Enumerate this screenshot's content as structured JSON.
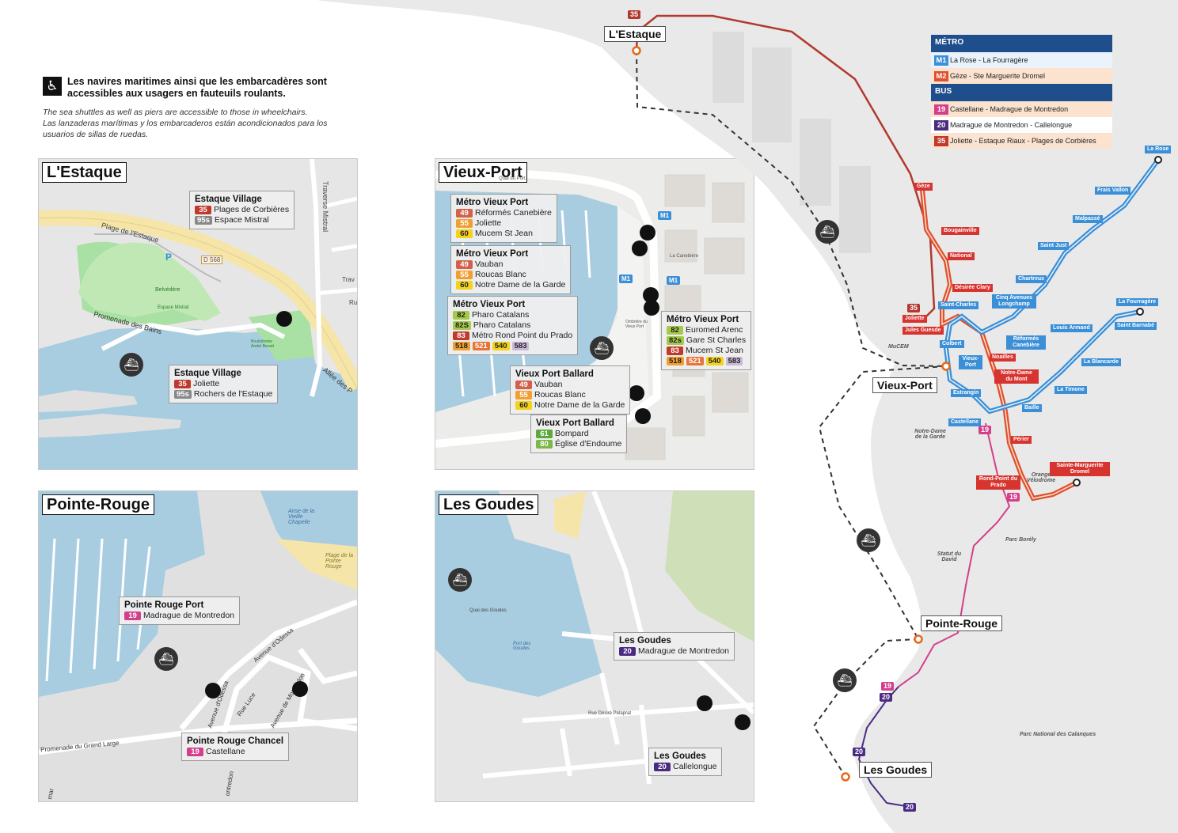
{
  "notice": {
    "text_fr": "Les navires maritimes ainsi que les embarcadères sont accessibles aux usagers en fauteuils roulants.",
    "text_en": "The sea shuttles as well as piers are accessible to those in wheelchairs.",
    "text_es": "Las lanzaderas marítimas y los embarcaderos están acondicionados para los usuarios de sillas de ruedas."
  },
  "insets": {
    "estaque": {
      "title": "L'Estaque",
      "stop1": {
        "name": "Estaque Village",
        "lines": [
          {
            "num": "35",
            "dest": "Plages de Corbières"
          },
          {
            "num": "95s",
            "dest": "Espace Mistral"
          }
        ]
      },
      "stop2": {
        "name": "Estaque Village",
        "lines": [
          {
            "num": "35",
            "dest": "Joliette"
          },
          {
            "num": "95s",
            "dest": "Rochers de l'Estaque"
          }
        ]
      },
      "labels": {
        "plage": "Plage de l'Estaque",
        "traverse": "Traverse Mistral",
        "promenade": "Promenade des Bains",
        "belvedere": "Belvédère",
        "espace": "Espace Mistral",
        "road": "D 568",
        "allee": "Allée des P",
        "trav": "Trav",
        "ru": "Ru",
        "boulodrome": "Boulodrome André Benoit",
        "parking": "P"
      }
    },
    "vieuxport": {
      "title": "Vieux-Port",
      "stop1": {
        "name": "Métro Vieux Port",
        "lines": [
          {
            "num": "49",
            "dest": "Réformés Canebière"
          },
          {
            "num": "55",
            "dest": "Joliette"
          },
          {
            "num": "60",
            "dest": "Mucem St Jean"
          }
        ]
      },
      "stop2": {
        "name": "Métro Vieux Port",
        "lines": [
          {
            "num": "49",
            "dest": "Vauban"
          },
          {
            "num": "55",
            "dest": "Roucas Blanc"
          },
          {
            "num": "60",
            "dest": "Notre Dame de la Garde"
          }
        ]
      },
      "stop3": {
        "name": "Métro Vieux Port",
        "lines": [
          {
            "num": "82",
            "dest": "Pharo Catalans"
          },
          {
            "num": "82S",
            "dest": "Pharo Catalans"
          },
          {
            "num": "83",
            "dest": "Métro Rond Point du Prado"
          }
        ],
        "night": [
          "518",
          "521",
          "540",
          "583"
        ]
      },
      "stop4": {
        "name": "Métro Vieux Port",
        "lines": [
          {
            "num": "82",
            "dest": "Euromed Arenc"
          },
          {
            "num": "82s",
            "dest": "Gare St Charles"
          },
          {
            "num": "83",
            "dest": "Mucem St Jean"
          }
        ],
        "night": [
          "518",
          "521",
          "540",
          "583"
        ]
      },
      "stop5": {
        "name": "Vieux Port Ballard",
        "lines": [
          {
            "num": "49",
            "dest": "Vauban"
          },
          {
            "num": "55",
            "dest": "Roucas Blanc"
          },
          {
            "num": "60",
            "dest": "Notre Dame de la Garde"
          }
        ]
      },
      "stop6": {
        "name": "Vieux Port Ballard",
        "lines": [
          {
            "num": "61",
            "dest": "Bompard"
          },
          {
            "num": "80",
            "dest": "Église d'Endoume"
          }
        ]
      },
      "labels": {
        "m1": "M1",
        "cannebiere": "La Canebière",
        "quaiport": "Quai du Port",
        "ombriere": "Ombrière du Vieux Port"
      }
    },
    "pointerouge": {
      "title": "Pointe-Rouge",
      "stop1": {
        "name": "Pointe Rouge Port",
        "lines": [
          {
            "num": "19",
            "dest": "Madrague de Montredon"
          }
        ]
      },
      "stop2": {
        "name": "Pointe Rouge Chancel",
        "lines": [
          {
            "num": "19",
            "dest": "Castellane"
          }
        ]
      },
      "labels": {
        "anse": "Anse de la Vieille Chapelle",
        "plage": "Plage de la Pointe Rouge",
        "odessa1": "Avenue d'Odessa",
        "odessa2": "Avenue d'Odessa",
        "montredon": "Avenue de Montredon",
        "luce": "Rue Luce",
        "grandlarge": "Promenade du Grand Large",
        "montredon2": "ontredon",
        "mar": "mar"
      }
    },
    "goudes": {
      "title": "Les Goudes",
      "stop1": {
        "name": "Les Goudes",
        "lines": [
          {
            "num": "20",
            "dest": "Madrague de Montredon"
          }
        ]
      },
      "stop2": {
        "name": "Les Goudes",
        "lines": [
          {
            "num": "20",
            "dest": "Callelongue"
          }
        ]
      },
      "labels": {
        "port": "Port des Goudes",
        "quai": "Quai des Goudes",
        "pasqua": "Rue Désiré Pelaprat"
      }
    }
  },
  "legend": {
    "metro_title": "MÉTRO",
    "bus_title": "BUS",
    "metro": [
      {
        "num": "M1",
        "name": "La Rose - La Fourragère",
        "color": "#3b8fd6",
        "bg": "#eaf3fb"
      },
      {
        "num": "M2",
        "name": "Gèze - Ste Marguerite Dromel",
        "color": "#e0502e",
        "bg": "#fbe3cf"
      }
    ],
    "bus": [
      {
        "num": "19",
        "name": "Castellane - Madrague de Montredon",
        "color": "#d33f8a",
        "bg": "#fbe3cf"
      },
      {
        "num": "20",
        "name": "Madrague de Montredon - Callelongue",
        "color": "#4a2b82",
        "bg": "#ffffff"
      },
      {
        "num": "35",
        "name": "Joliette - Estaque Riaux - Plages de Corbières",
        "color": "#c0392b",
        "bg": "#fbe3cf"
      }
    ]
  },
  "mainmap": {
    "places": {
      "estaque": "L'Estaque",
      "vieuxport": "Vieux-Port",
      "pointerouge": "Pointe-Rouge",
      "goudes": "Les Goudes"
    },
    "m1_stations": [
      "La Rose",
      "Frais Vallon",
      "Malpassé",
      "Saint Just",
      "Chartreux",
      "Cinq Avenues Longchamp",
      "Réformés Canebière",
      "Saint-Charles",
      "Colbert",
      "Vieux-Port",
      "Estrangin",
      "Castellane",
      "Baille",
      "La Timone",
      "La Blancarde",
      "Louis Armand",
      "Saint Barnabé",
      "La Fourragère"
    ],
    "m2_stations": [
      "Gèze",
      "Bougainville",
      "National",
      "Désirée Clary",
      "Joliette",
      "Jules Guesde",
      "Noailles",
      "Notre-Dame du Mont",
      "Périer",
      "Rond-Point du Prado",
      "Sainte-Marguerite Dromel"
    ],
    "bus_badges": {
      "b35a": "35",
      "b35b": "35",
      "b19a": "19",
      "b19b": "19",
      "b19c": "19",
      "b20a": "20",
      "b20b": "20",
      "b20c": "20"
    },
    "pois": {
      "mucem": "MuCEM",
      "ndg": "Notre-Dame de la Garde",
      "velodrome": "Orange Vélodrome",
      "david": "Statut du David",
      "borely": "Parc Borély",
      "calanques": "Parc National des Calanques"
    }
  }
}
